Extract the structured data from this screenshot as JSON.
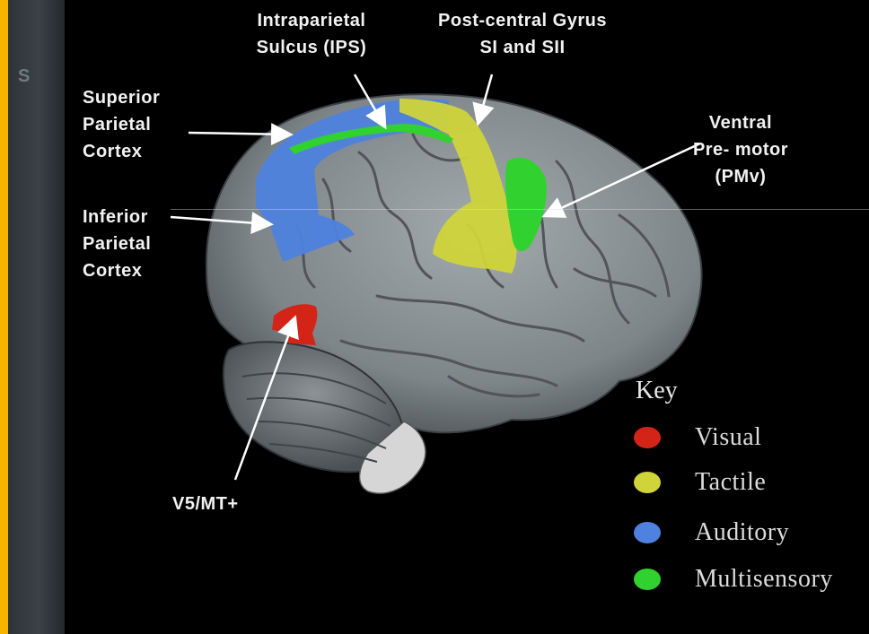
{
  "strip_letter": "S",
  "labels": {
    "superior": [
      "Superior",
      "Parietal",
      "Cortex"
    ],
    "inferior": [
      "Inferior",
      "Parietal",
      "Cortex"
    ],
    "ips": [
      "Intraparietal",
      "Sulcus (IPS)"
    ],
    "postcentral": [
      "Post-central Gyrus",
      "SI and SII"
    ],
    "pmv": [
      "Ventral",
      "Pre- motor",
      "(PMv)"
    ],
    "v5": "V5/MT+"
  },
  "key": {
    "title": "Key",
    "items": [
      {
        "label": "Visual",
        "color": "#d42418"
      },
      {
        "label": "Tactile",
        "color": "#cfd43a"
      },
      {
        "label": "Auditory",
        "color": "#4e82de"
      },
      {
        "label": "Multisensory",
        "color": "#31d12f"
      }
    ]
  },
  "colors": {
    "accent_bar": "#f5b400",
    "brain": "#8e969a",
    "visual": "#d42418",
    "tactile": "#cfd43a",
    "auditory": "#4e82de",
    "multisensory": "#31d12f"
  }
}
